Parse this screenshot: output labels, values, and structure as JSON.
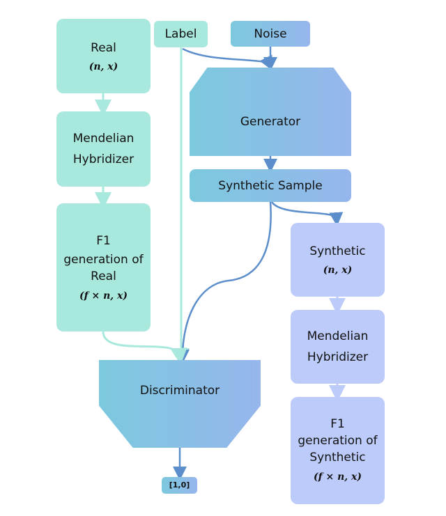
{
  "real": {
    "title": "Real",
    "math": "(n, x)"
  },
  "label": {
    "text": "Label"
  },
  "noise": {
    "text": "Noise"
  },
  "hybrid_left": {
    "line1": "Mendelian",
    "line2": "Hybridizer"
  },
  "f1_real": {
    "line1": "F1",
    "line2": "generation of",
    "line3": "Real",
    "math": "(f × n, x)"
  },
  "generator": {
    "text": "Generator"
  },
  "synthetic_sample": {
    "text": "Synthetic Sample"
  },
  "synthetic": {
    "title": "Synthetic",
    "math": "(n, x)"
  },
  "hybrid_right": {
    "line1": "Mendelian",
    "line2": "Hybridizer"
  },
  "f1_synth": {
    "line1": "F1",
    "line2": "generation of",
    "line3": "Synthetic",
    "math": "(f × n, x)"
  },
  "discriminator": {
    "text": "Discriminator"
  },
  "output": {
    "text": "[1,0]"
  },
  "colors": {
    "teal": "#a8e8dd",
    "violet": "#bccbf9",
    "blue_line": "#5b8ecb",
    "teal_line": "#a8e8dd",
    "violet_line": "#bccbf9"
  }
}
